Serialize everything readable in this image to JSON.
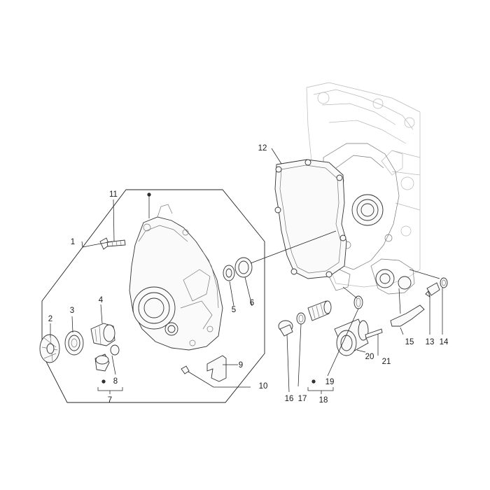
{
  "callouts": [
    {
      "id": "c1",
      "text": "1"
    },
    {
      "id": "c2",
      "text": "2"
    },
    {
      "id": "c3",
      "text": "3"
    },
    {
      "id": "c4",
      "text": "4"
    },
    {
      "id": "c5",
      "text": "5"
    },
    {
      "id": "c6",
      "text": "6"
    },
    {
      "id": "c7",
      "text": "7"
    },
    {
      "id": "c8",
      "text": "8"
    },
    {
      "id": "c9",
      "text": "9"
    },
    {
      "id": "c10",
      "text": "10"
    },
    {
      "id": "c11",
      "text": "11"
    },
    {
      "id": "c12",
      "text": "12"
    },
    {
      "id": "c13",
      "text": "13"
    },
    {
      "id": "c14",
      "text": "14"
    },
    {
      "id": "c15",
      "text": "15"
    },
    {
      "id": "c16",
      "text": "16"
    },
    {
      "id": "c17",
      "text": "17"
    },
    {
      "id": "c18",
      "text": "18"
    },
    {
      "id": "c19",
      "text": "19"
    },
    {
      "id": "c20",
      "text": "20"
    },
    {
      "id": "c21",
      "text": "21"
    }
  ],
  "colors": {
    "ink": "#222222",
    "background": "#ffffff",
    "faint": "#b8b8b8"
  }
}
